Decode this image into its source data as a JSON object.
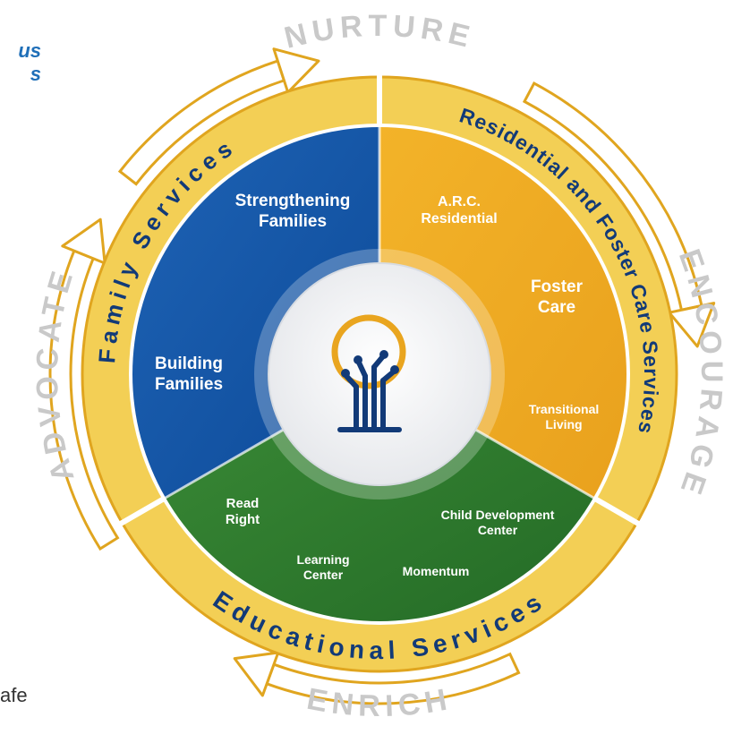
{
  "edge_fragments": {
    "top_left": "us\ns",
    "bottom_left": "afe"
  },
  "outer_ring": {
    "top": "NURTURE",
    "right": "ENCOURAGE",
    "bottom": "ENRICH",
    "left": "ADVOCATE"
  },
  "segments": {
    "family": {
      "title": "Family Services",
      "programs": [
        {
          "lines": [
            "Strengthening",
            "Families"
          ]
        },
        {
          "lines": [
            "Building",
            "Families"
          ]
        }
      ]
    },
    "residential": {
      "title": "Residential and Foster Care Services",
      "programs": [
        {
          "lines": [
            "A.R.C.",
            "Residential"
          ]
        },
        {
          "lines": [
            "Foster",
            "Care"
          ]
        },
        {
          "lines": [
            "Transitional",
            "Living"
          ]
        }
      ]
    },
    "educational": {
      "title": "Educational Services",
      "programs": [
        {
          "lines": [
            "Read",
            "Right"
          ]
        },
        {
          "lines": [
            "Child Development",
            "Center"
          ]
        },
        {
          "lines": [
            "Learning",
            "Center"
          ]
        },
        {
          "lines": [
            "Momentum"
          ]
        }
      ]
    }
  },
  "center": {
    "icon": "tree-logo-icon"
  },
  "colors": {
    "gold": "#f1c232",
    "gold_dark": "#e0a51f",
    "navy": "#123a78",
    "family_blue": "#1857a6",
    "residential_orange": "#f0a21e",
    "educational_green": "#2e7a2c",
    "outer_ring_text": "#c9c9c9"
  }
}
